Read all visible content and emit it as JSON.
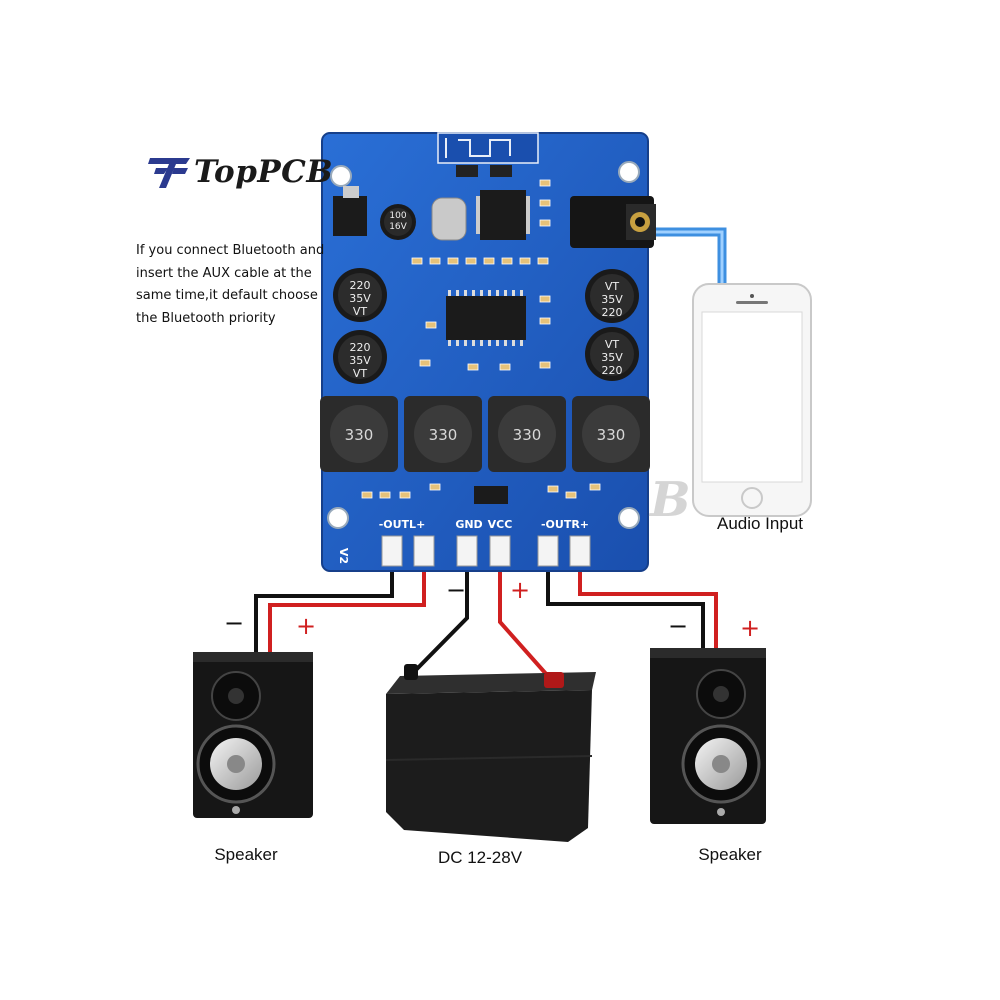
{
  "brand": {
    "name": "TopPCB"
  },
  "note": {
    "lines": [
      "If you connect Bluetooth and",
      "insert the AUX cable at the",
      "same time,it default choose",
      "the Bluetooth priority"
    ]
  },
  "labels": {
    "audio_input": "Audio Input",
    "left_speaker": "Speaker",
    "power": "DC 12-28V",
    "right_speaker": "Speaker"
  },
  "board": {
    "pins": {
      "outl": "-OUTL+",
      "gnd": "GND",
      "vcc": "VCC",
      "outr": "-OUTR+"
    },
    "version": "V2",
    "inductor_marking": "330",
    "capacitor_marking": [
      "220",
      "35V",
      "VT"
    ],
    "small_cap_marking": [
      "100",
      "16V"
    ]
  },
  "polarity": {
    "minus": "−",
    "plus": "+"
  },
  "colors": {
    "board": "#1f5fc4",
    "positive_wire": "#d02020",
    "negative_wire": "#111111",
    "aux_cable": "#3d8fe0"
  },
  "icons": {
    "logo": "toppcb-logo-icon",
    "phone": "smartphone-icon",
    "battery": "battery-icon",
    "speaker": "speaker-icon",
    "jack": "audio-jack-icon"
  }
}
